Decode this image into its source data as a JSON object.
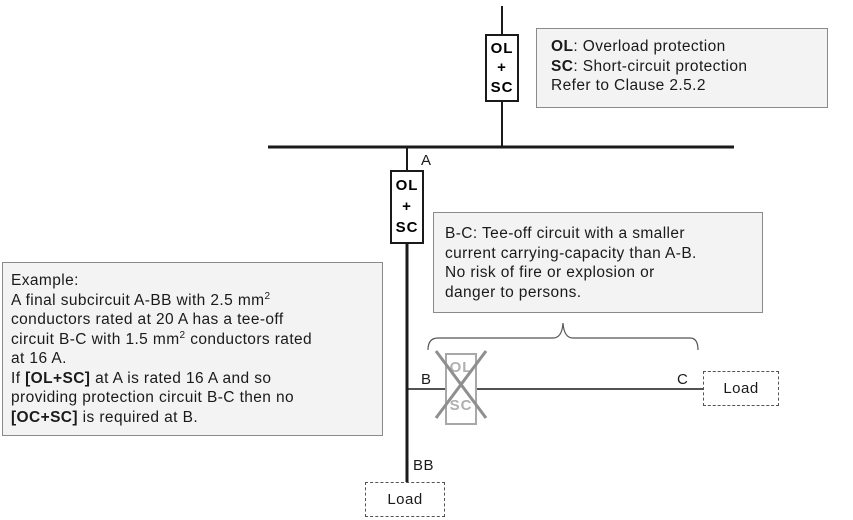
{
  "devices": {
    "top": {
      "line1": "OL",
      "line2": "+",
      "line3": "SC"
    },
    "a": {
      "line1": "OL",
      "line2": "+",
      "line3": "SC"
    },
    "b_removed": {
      "line1": "OL",
      "line3": "SC"
    }
  },
  "labels": {
    "a": "A",
    "b": "B",
    "c": "C",
    "bb": "BB"
  },
  "legend": {
    "ol_key": "OL",
    "ol_text": ": Overload protection",
    "sc_key": "SC",
    "sc_text": ": Short-circuit protection",
    "ref": "Refer to Clause 2.5.2"
  },
  "note_bc": {
    "lines": [
      "B-C: Tee-off circuit with a smaller",
      "current carrying-capacity than A-B.",
      "No risk of fire or explosion or",
      "danger to persons."
    ]
  },
  "example": {
    "l1": "Example:",
    "l2a": "A final subcircuit A-BB with 2.5 mm",
    "sup2": "2",
    "l3": "conductors rated at 20 A has a tee-off",
    "l4a": "circuit B-C with 1.5 mm",
    "l4sup": "2",
    "l4b": " conductors rated",
    "l5": "at 16 A.",
    "l6a": "If ",
    "l6b": "[OL+SC]",
    "l6c": " at A is rated 16 A and so",
    "l7": "providing protection circuit B-C then no",
    "l8a": "[OC+SC]",
    "l8b": " is required at B."
  },
  "loads": {
    "c": "Load",
    "bb": "Load"
  }
}
